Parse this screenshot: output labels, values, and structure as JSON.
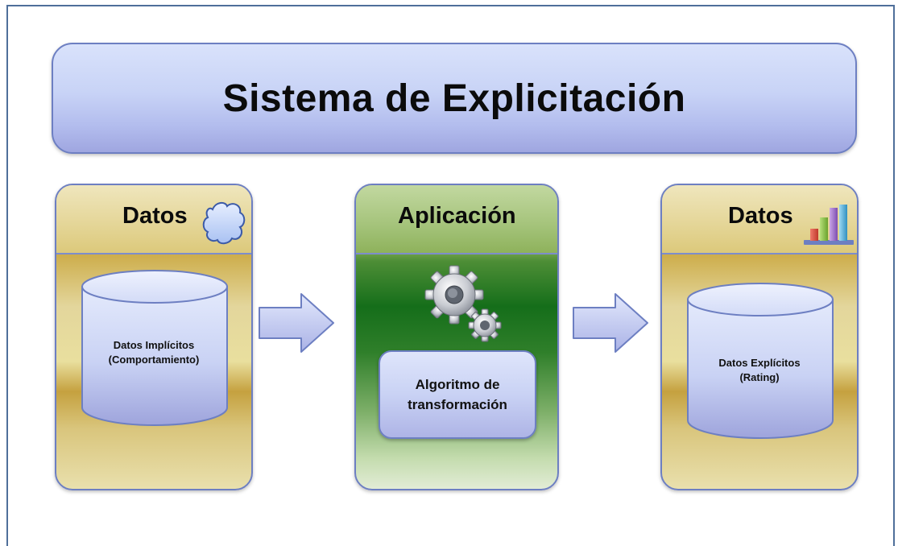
{
  "title": "Sistema de Explicitación",
  "columns": {
    "left": {
      "title": "Datos",
      "icon": "cloud-icon",
      "cylinder_line1": "Datos Implícitos",
      "cylinder_line2": "(Comportamiento)"
    },
    "middle": {
      "title": "Aplicación",
      "icon": "gears-icon",
      "box_line1": "Algoritmo de",
      "box_line2": "transformación"
    },
    "right": {
      "title": "Datos",
      "icon": "bar-chart-icon",
      "cylinder_line1": "Datos Explícitos",
      "cylinder_line2": "(Rating)"
    }
  },
  "arrows": [
    "arrow-right-icon",
    "arrow-right-icon"
  ],
  "colors": {
    "frame": "#4f6f9a",
    "title_fill": "#c8d3f6",
    "gold_panel": "#dcc97b",
    "green_panel": "#156e1a",
    "cylinder_fill": "#c9d2f4",
    "border": "#6d7fc2"
  }
}
